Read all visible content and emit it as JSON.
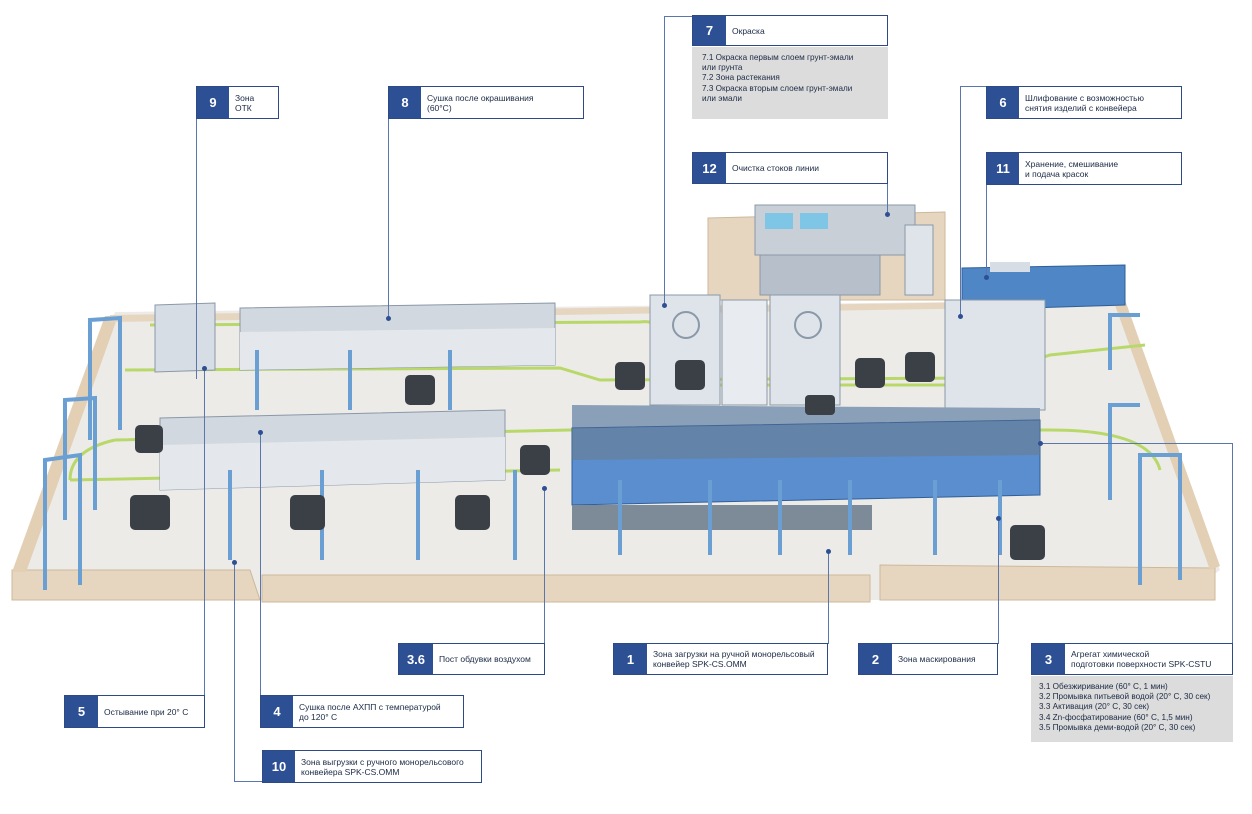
{
  "callouts": {
    "c1": {
      "num": "1",
      "text": "Зона загрузки на ручной монорельсовый\nконвейер SPK-CS.OMM"
    },
    "c2": {
      "num": "2",
      "text": "Зона маскирования"
    },
    "c3": {
      "num": "3",
      "text": "Агрегат химической\nподготовки поверхности SPK-CSTU"
    },
    "c36": {
      "num": "3.6",
      "text": "Пост обдувки воздухом"
    },
    "c4": {
      "num": "4",
      "text": "Сушка после АХПП с температурой\nдо 120° С"
    },
    "c5": {
      "num": "5",
      "text": "Остывание при 20° С"
    },
    "c6": {
      "num": "6",
      "text": "Шлифование с возможностью\nснятия изделий с конвейера"
    },
    "c7": {
      "num": "7",
      "text": "Окраска"
    },
    "c8": {
      "num": "8",
      "text": "Сушка после окрашивания\n(60°С)"
    },
    "c9": {
      "num": "9",
      "text": "Зона ОТК"
    },
    "c10": {
      "num": "10",
      "text": "Зона выгрузки с ручного монорельсового\nконвейера SPK-CS.OMM"
    },
    "c11": {
      "num": "11",
      "text": "Хранение, смешивание\nи подача красок"
    },
    "c12": {
      "num": "12",
      "text": "Очистка стоков линии"
    }
  },
  "sub7": [
    "7.1 Окраска первым слоем грунт-эмали",
    "или грунта",
    "7.2 Зона растекания",
    "7.3 Окраска вторым слоем грунт-эмали",
    "или эмали"
  ],
  "sub3": [
    "3.1 Обезжиривание (60° С, 1 мин)",
    "3.2 Промывка питьевой водой (20° С, 30 сек)",
    "3.3 Активация (20° С, 30 сек)",
    "3.4  Zn-фосфатирование (60° С, 1,5 мин)",
    "3.5 Промывка деми-водой (20° С, 30 сек)"
  ],
  "colors": {
    "accent": "#2d4f93",
    "frame": "#6a9fd4",
    "rail": "#b9d86a",
    "floor": "#ecebe8",
    "wall": "#e6d6c0",
    "tank": "#5b8ecf"
  }
}
